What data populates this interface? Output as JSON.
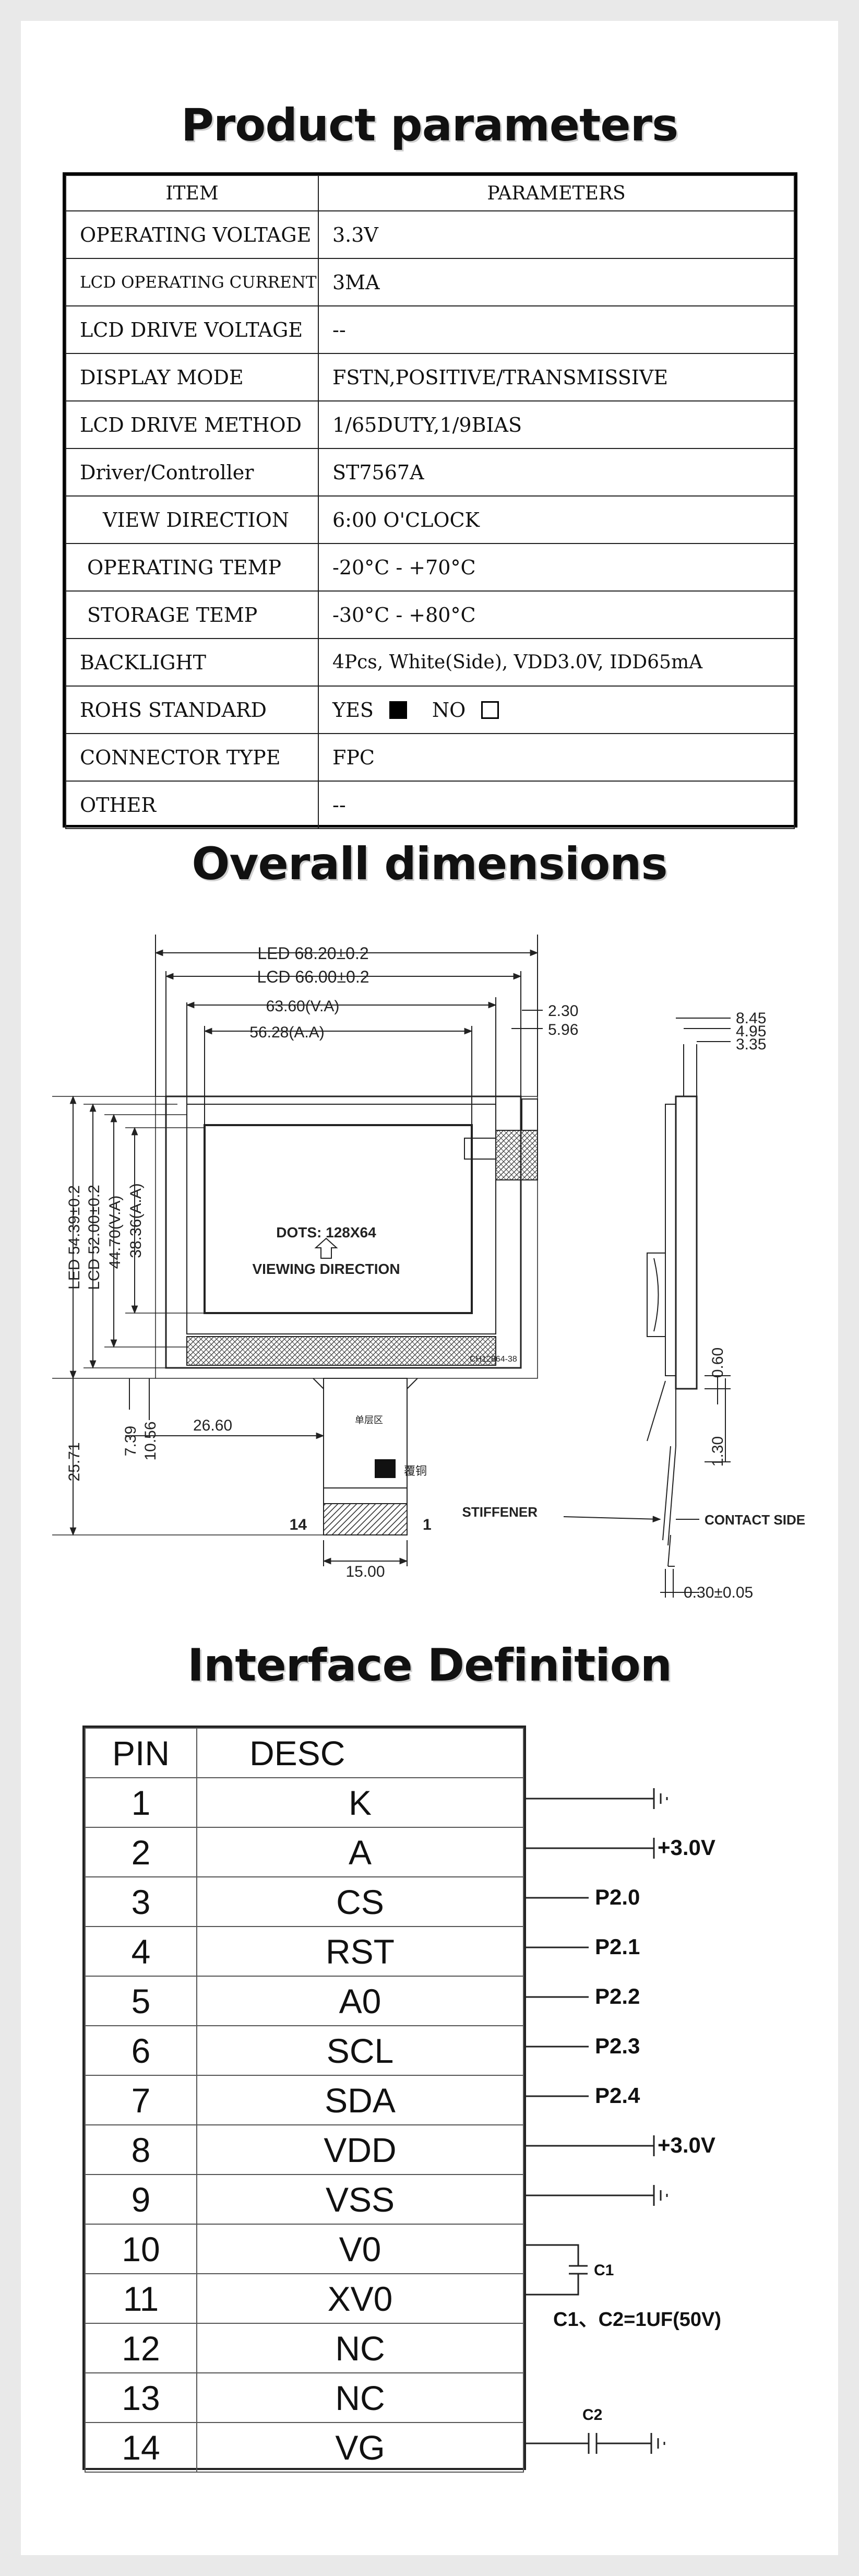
{
  "titles": {
    "params": "Product parameters",
    "dimensions": "Overall dimensions",
    "interface": "Interface Definition"
  },
  "params_table": {
    "header": [
      "ITEM",
      "PARAMETERS"
    ],
    "rows": [
      [
        "OPERATING VOLTAGE",
        "3.3V"
      ],
      [
        "LCD OPERATING CURRENT",
        "3MA"
      ],
      [
        "LCD DRIVE VOLTAGE",
        "--"
      ],
      [
        "DISPLAY MODE",
        "FSTN,POSITIVE/TRANSMISSIVE"
      ],
      [
        "LCD DRIVE METHOD",
        "1/65DUTY,1/9BIAS"
      ],
      [
        "Driver/Controller",
        "ST7567A"
      ],
      [
        "VIEW DIRECTION",
        "6:00 O'CLOCK"
      ],
      [
        "OPERATING TEMP",
        "-20°C - +70°C"
      ],
      [
        "STORAGE TEMP",
        "-30°C - +80°C"
      ],
      [
        "BACKLIGHT",
        "4Pcs, White(Side), VDD3.0V, IDD65mA"
      ],
      [
        "ROHS STANDARD",
        ""
      ],
      [
        "CONNECTOR TYPE",
        "FPC"
      ],
      [
        "OTHER",
        "--"
      ]
    ],
    "rohs": {
      "yes": "YES",
      "no": "NO"
    }
  },
  "dimensions": {
    "led_width": "LED 68.20±0.2",
    "lcd_width": "LCD 66.00±0.2",
    "va_width": "63.60(V.A)",
    "aa_width": "56.28(A.A)",
    "d_2_30": "2.30",
    "d_5_96": "5.96",
    "d_8_45": "8.45",
    "d_4_95": "4.95",
    "d_3_35": "3.35",
    "led_height": "LED 54.39±0.2",
    "lcd_height": "LCD 52.00±0.2",
    "va_height": "44.70(V.A)",
    "aa_height": "38.36(A.A)",
    "d_7_39": "7.39",
    "d_10_56": "10.56",
    "d_25_71": "25.71",
    "d_26_60": "26.60",
    "d_15_00": "15.00",
    "d_0_60": "0.60",
    "d_1_30": "1.30",
    "d_0_30": "0.30±0.05",
    "dots": "DOTS: 128X64",
    "viewing": "VIEWING DIRECTION",
    "model": "CH12864-38",
    "single_layer": "单层区",
    "copper": "覆铜",
    "pin14": "14",
    "pin1": "1",
    "stiffener": "STIFFENER",
    "contact": "CONTACT SIDE"
  },
  "interface_table": {
    "header": [
      "PIN",
      "DESC"
    ],
    "rows": [
      [
        "1",
        "K"
      ],
      [
        "2",
        "A"
      ],
      [
        "3",
        "CS"
      ],
      [
        "4",
        "RST"
      ],
      [
        "5",
        "A0"
      ],
      [
        "6",
        "SCL"
      ],
      [
        "7",
        "SDA"
      ],
      [
        "8",
        "VDD"
      ],
      [
        "9",
        "VSS"
      ],
      [
        "10",
        "V0"
      ],
      [
        "11",
        "XV0"
      ],
      [
        "12",
        "NC"
      ],
      [
        "13",
        "NC"
      ],
      [
        "14",
        "VG"
      ]
    ],
    "annotations": {
      "a2": "+3.0V",
      "a3": "P2.0",
      "a4": "P2.1",
      "a5": "P2.2",
      "a6": "P2.3",
      "a7": "P2.4",
      "a8": "+3.0V",
      "c1": "C1",
      "cap_note": "C1、C2=1UF(50V)",
      "c2": "C2"
    }
  }
}
